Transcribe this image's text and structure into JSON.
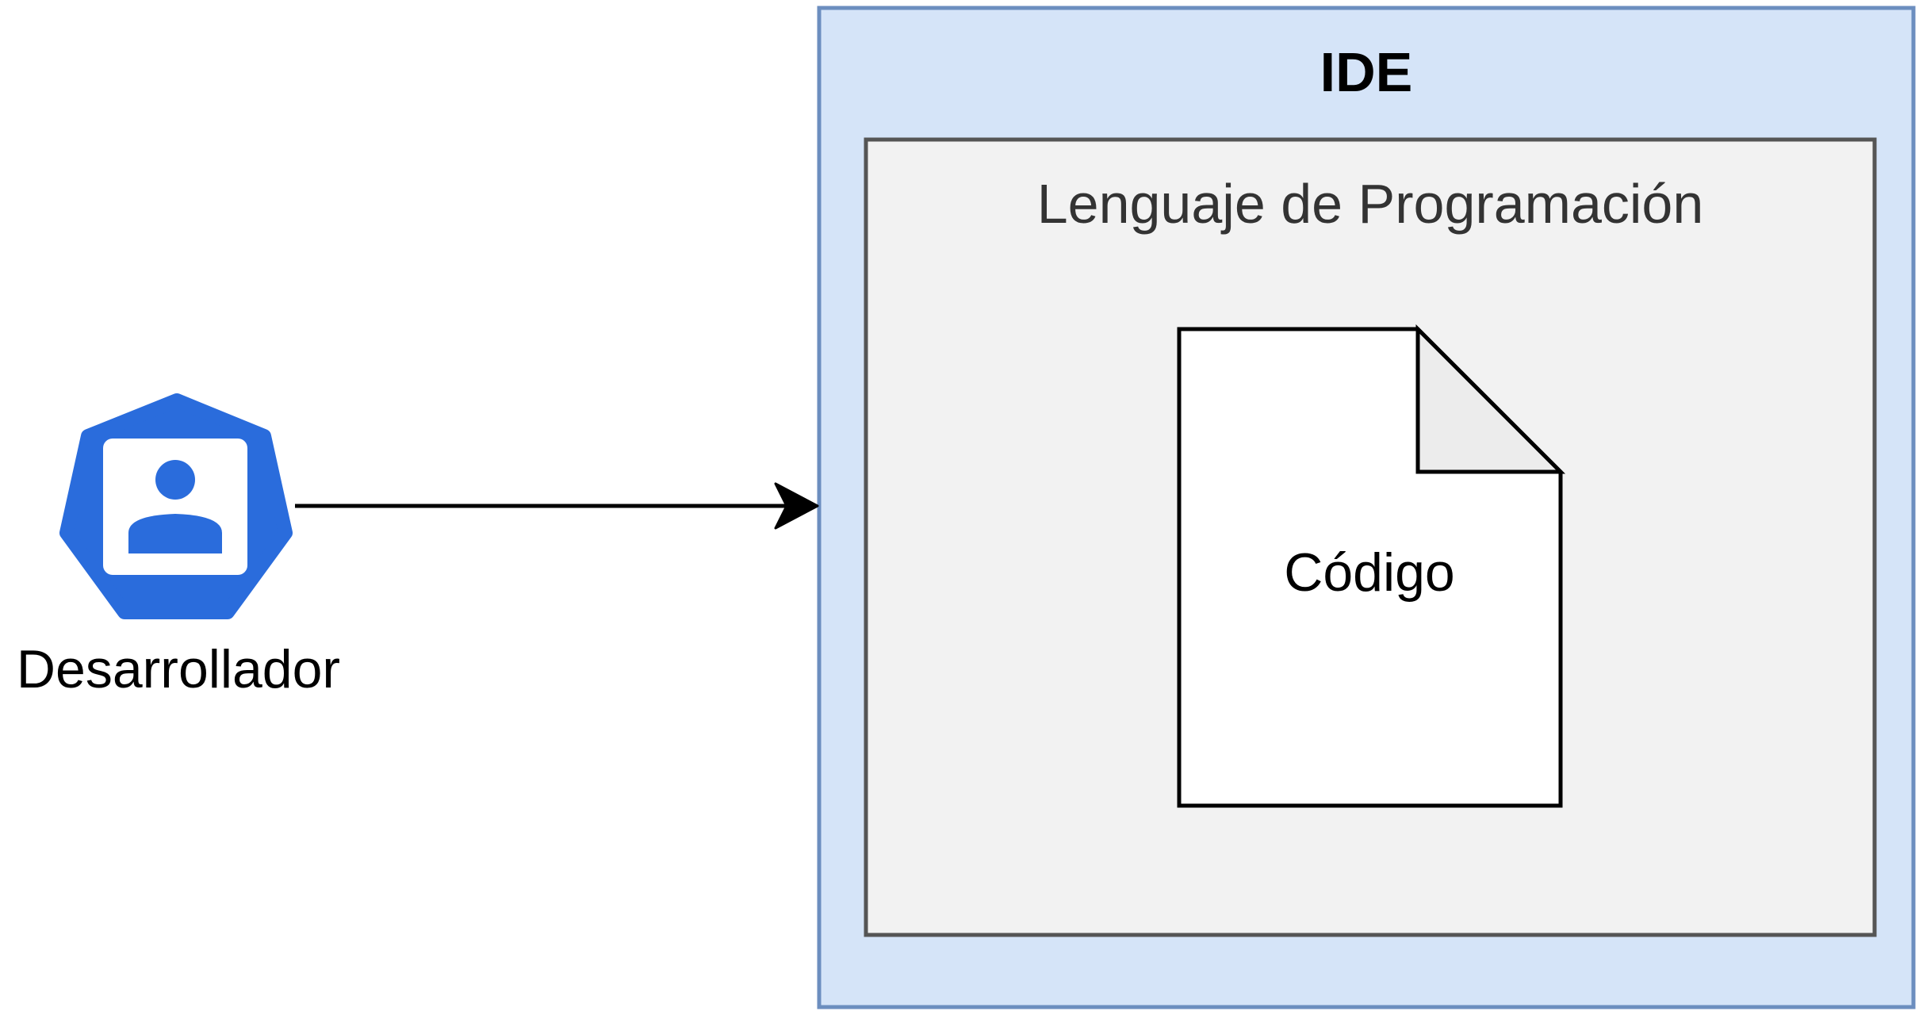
{
  "developer": {
    "label": "Desarrollador",
    "icon": "user-badge-icon",
    "icon_color": "#2a6cdc"
  },
  "ide": {
    "title": "IDE",
    "fill": "#d5e4f8",
    "stroke": "#6c8ebf"
  },
  "language": {
    "title": "Lenguaje de Programación",
    "fill": "#f2f2f2",
    "stroke": "#555555"
  },
  "code_file": {
    "label": "Código",
    "icon": "document-icon"
  },
  "connector": {
    "from": "Desarrollador",
    "to": "IDE",
    "type": "arrow"
  }
}
